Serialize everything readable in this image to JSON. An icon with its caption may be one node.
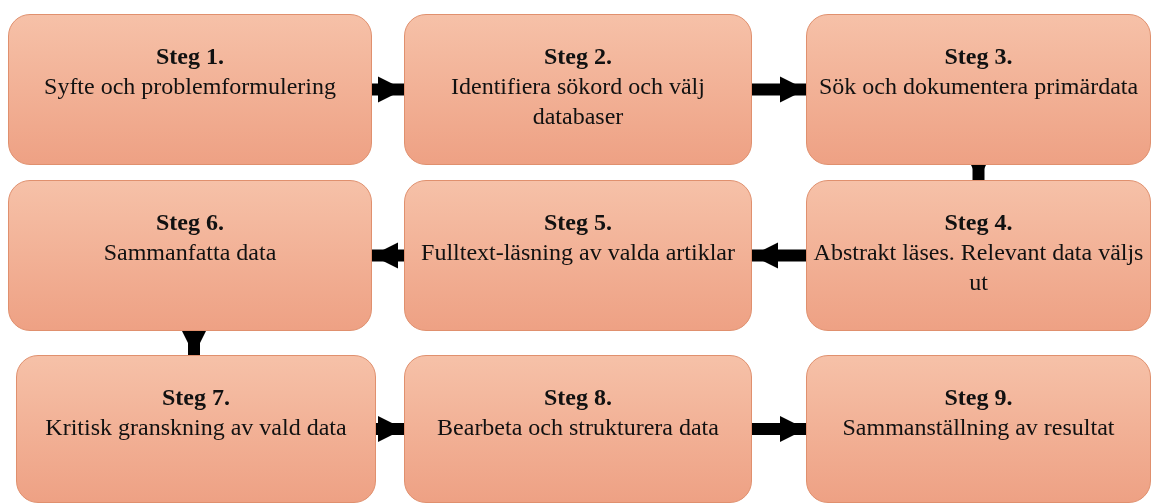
{
  "diagram": {
    "nodes": [
      {
        "text": [
          "Steg 1.",
          "Syfte och problemformulering"
        ]
      },
      {
        "text": [
          "**Steg 2**.",
          "Identifiera sökord och välj databaser"
        ]
      },
      {
        "text": [
          "Steg 3.",
          "Sök och dokumentera primärdata"
        ]
      },
      {
        "text": [
          "Steg 4.",
          "Abstrakt läses. Relevant data väljs ut"
        ]
      },
      {
        "text": [
          "Steg 5.",
          "Fulltext-läsning av valda artiklar"
        ]
      },
      {
        "text": [
          "Steg 6.",
          "Sammanfatta data"
        ]
      },
      {
        "text": [
          "Steg 7.",
          "Kritisk granskning av vald data"
        ]
      },
      {
        "text": [
          "Steg 8.",
          "Bearbeta och strukturera data"
        ]
      },
      {
        "text": [
          "Steg 9.",
          "Sammanställning av resultat"
        ]
      }
    ],
    "edges": [
      {
        "from": 0,
        "to": 1,
        "arrow": "to"
      },
      {
        "from": 1,
        "to": 2,
        "arrow": "to"
      },
      {
        "from": 2,
        "to": 3,
        "arrow": "to"
      },
      {
        "from": 3,
        "to": 4,
        "arrow": "to"
      },
      {
        "from": 4,
        "to": 5,
        "arrow": "to"
      },
      {
        "from": 5,
        "to": 6,
        "arrow": "to"
      },
      {
        "from": 6,
        "to": 7,
        "arrow": "to"
      },
      {
        "from": 7,
        "to": 8,
        "arrow": "to"
      }
    ]
  }
}
